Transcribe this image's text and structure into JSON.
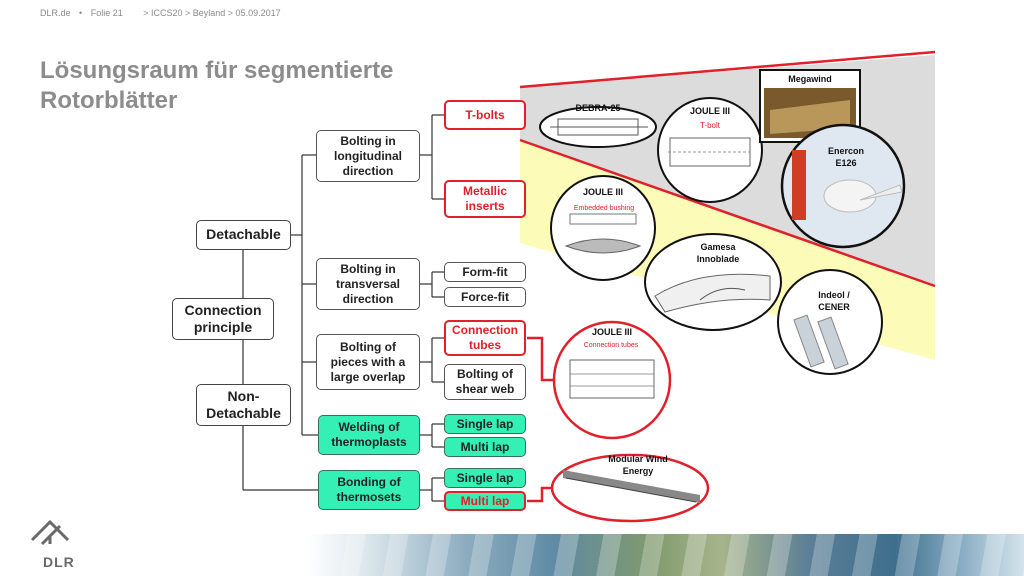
{
  "header": {
    "site": "DLR.de",
    "bullet": "•",
    "slide": "Folie 21",
    "breadcrumb": "> ICCS20 > Beyland > 05.09.2017"
  },
  "title": {
    "line1": "Lösungsraum für segmentierte",
    "line2": "Rotorblätter"
  },
  "tree": {
    "root": "Connection principle",
    "detachable": "Detachable",
    "non_detachable": "Non-Detachable",
    "bolting_longitudinal": "Bolting in longitudinal direction",
    "bolting_transversal": "Bolting in transversal direction",
    "bolting_overlap": "Bolting of pieces with a large overlap",
    "welding": "Welding of thermoplasts",
    "bonding": "Bonding of thermosets",
    "t_bolts": "T-bolts",
    "metallic_inserts": "Metallic inserts",
    "form_fit": "Form-fit",
    "force_fit": "Force-fit",
    "connection_tubes": "Connection tubes",
    "bolting_shear_web": "Bolting of shear web",
    "welding_single_lap": "Single lap",
    "welding_multi_lap": "Multi lap",
    "bonding_single_lap": "Single lap",
    "bonding_multi_lap": "Multi lap"
  },
  "examples": {
    "megawind": "Megawind",
    "debra": "DEBRA-25",
    "joule_tbolt": "JOULE III",
    "joule_tbolt_sub": "T-bolt",
    "enercon": "Enercon E126",
    "joule_embedded": "JOULE III",
    "joule_embedded_sub": "Embedded bushing",
    "gamesa": "Gamesa Innoblade",
    "indeol": "Indeol / CENER",
    "joule_tubes": "JOULE III",
    "joule_tubes_sub": "Connection tubes",
    "modular": "Modular Wind Energy"
  },
  "logo": {
    "text": "DLR"
  },
  "colors": {
    "highlight": "#e0202a",
    "green": "#35f0b4",
    "grey_band": "#dcdcdc",
    "yellow_band": "#fdfbb8"
  }
}
